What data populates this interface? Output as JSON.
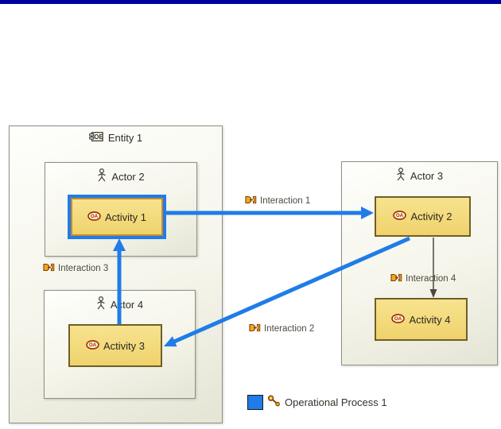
{
  "window": {
    "top_bar_color": "#0000A0"
  },
  "nodes": {
    "entity1": {
      "label": "Entity 1",
      "icon": "operational-entity-icon"
    },
    "actor2": {
      "label": "Actor 2",
      "icon": "actor-icon"
    },
    "actor3": {
      "label": "Actor 3",
      "icon": "actor-icon"
    },
    "actor4": {
      "label": "Actor 4",
      "icon": "actor-icon"
    },
    "activity1": {
      "label": "Activity 1",
      "icon": "operational-activity-icon",
      "highlighted": "true"
    },
    "activity2": {
      "label": "Activity 2",
      "icon": "operational-activity-icon"
    },
    "activity3": {
      "label": "Activity 3",
      "icon": "operational-activity-icon"
    },
    "activity4": {
      "label": "Activity 4",
      "icon": "operational-activity-icon"
    }
  },
  "edges": {
    "interaction1": {
      "label": "Interaction 1",
      "icon": "interaction-icon",
      "style": "thick-blue",
      "from": "Activity 1",
      "to": "Activity 2"
    },
    "interaction2": {
      "label": "Interaction 2",
      "icon": "interaction-icon",
      "style": "thick-blue",
      "from": "Activity 2",
      "to": "Activity 3"
    },
    "interaction3": {
      "label": "Interaction 3",
      "icon": "interaction-icon",
      "style": "thick-blue",
      "from": "Activity 3",
      "to": "Activity 1"
    },
    "interaction4": {
      "label": "Interaction 4",
      "icon": "interaction-icon",
      "style": "thin-dark",
      "from": "Activity 2",
      "to": "Activity 4"
    }
  },
  "legend": {
    "operational_process": {
      "label": "Operational Process 1",
      "swatch_color": "#1F7CE8",
      "icon": "process-key-icon"
    }
  },
  "colors": {
    "top_bar": "#0000A0",
    "process_highlight_blue": "#1F7CE8",
    "activity_fill": "#F3D97C",
    "activity_border": "#6F5E28",
    "activity1_border": "#C9892C",
    "interaction4_line": "#51453F",
    "container_border": "#8F8F85"
  }
}
